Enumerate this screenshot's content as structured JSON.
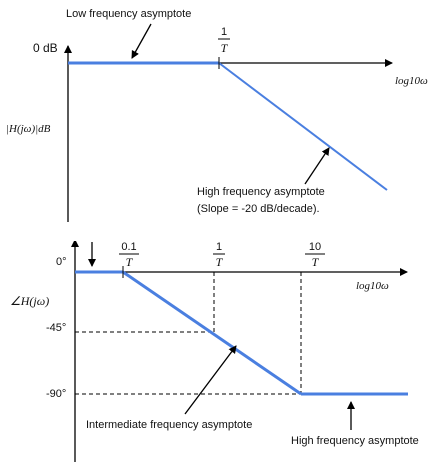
{
  "colors": {
    "asymptote": "#4a7fe0",
    "axis": "#000000",
    "text": "#111111"
  },
  "magnitude_plot": {
    "annotation_low": "Low frequency asymptote",
    "y_tick_0db": "0 dB",
    "break_label_num": "1",
    "break_label_den": "T",
    "y_axis_label": "|H(jω)|dB",
    "x_axis_label": "log10ω",
    "annotation_high_line1": "High frequency asymptote",
    "annotation_high_line2": "(Slope =  -20 dB/decade)."
  },
  "phase_plot": {
    "y_tick_0": "0°",
    "y_tick_45": "-45°",
    "y_tick_90": "-90°",
    "y_axis_label": "∠H(jω)",
    "x_axis_label": "log10ω",
    "tick_label_0_1_num": "0.1",
    "tick_label_1_num": "1",
    "tick_label_10_num": "10",
    "tick_label_den": "T",
    "annotation_intermediate": "Intermediate frequency asymptote",
    "annotation_high": "High frequency asymptote"
  }
}
